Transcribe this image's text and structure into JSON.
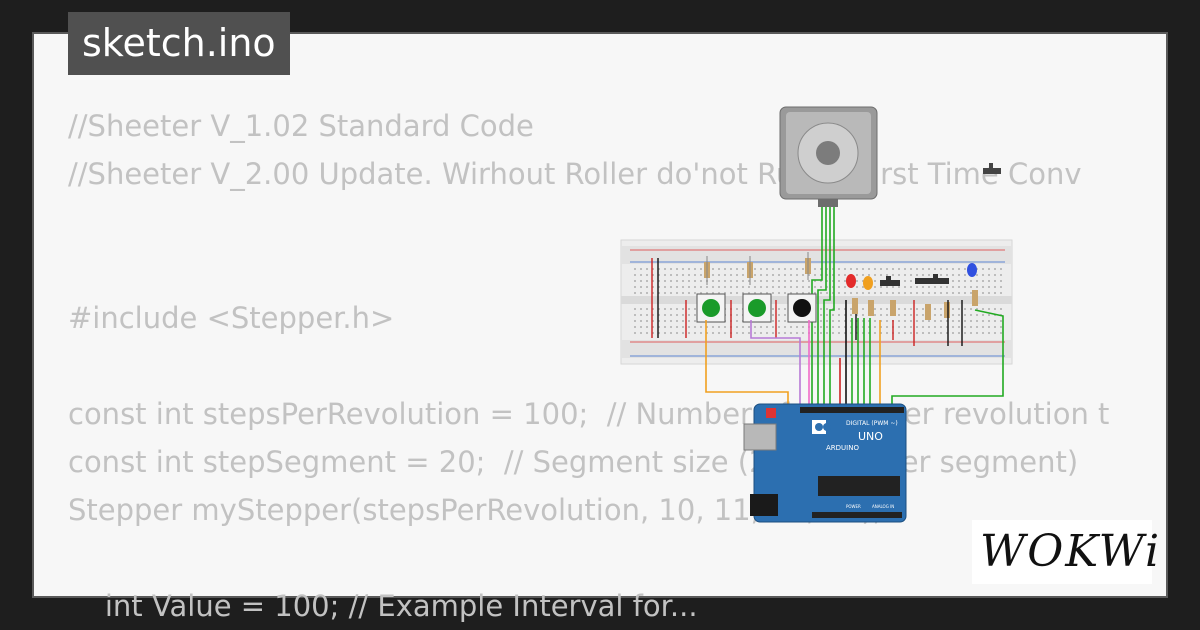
{
  "file_tab": {
    "label": "sketch.ino"
  },
  "code_lines": [
    "//Sheeter V_1.02 Standard Code",
    "//Sheeter V_2.00 Update. Wirhout Roller do'not Run in First Time Conv",
    "",
    "",
    "#include <Stepper.h>",
    "",
    "const int stepsPerRevolution = 100;  // Number of steps per revolution t",
    "const int stepSegment = 20;  // Segment size (20 steps per segment)",
    "Stepper myStepper(stepsPerRevolution, 10, 11, 12, 13);",
    "",
    "    int Value = 100; // Example Interval for..."
  ],
  "arduino": {
    "brand": "ARDUINO",
    "model": "UNO",
    "digital_label": "DIGITAL (PWM ~)",
    "power_label": "POWER",
    "analog_label": "ANALOG IN"
  },
  "logo": {
    "text": "WOKWi"
  },
  "colors": {
    "background": "#1e1e1e",
    "card": "#f7f7f7",
    "tab": "#505050",
    "code_text": "#c2c2c2",
    "board": "#2c6fb0"
  }
}
